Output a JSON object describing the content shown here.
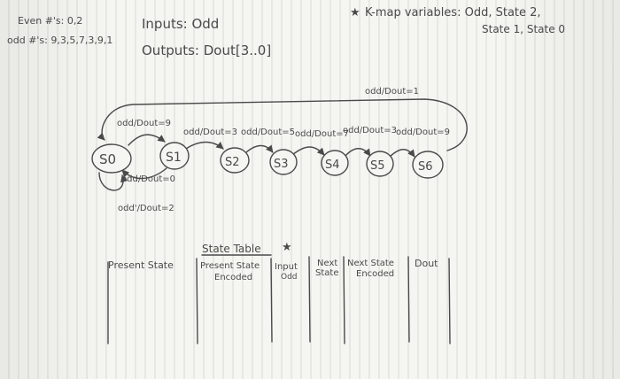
{
  "notes": {
    "even_label": "Even #'s: 0,2",
    "odd_label": "odd #'s: 9,3,5,7,3,9,1",
    "inputs_label": "Inputs: Odd",
    "outputs_label": "Outputs: Dout[3..0]",
    "kmap_line1": "K-map variables: Odd, State 2,",
    "kmap_line2": "State 1, State 0",
    "star": "★"
  },
  "states": [
    {
      "id": "s0",
      "label": "S0"
    },
    {
      "id": "s1",
      "label": "S1"
    },
    {
      "id": "s2",
      "label": "S2"
    },
    {
      "id": "s3",
      "label": "S3"
    },
    {
      "id": "s4",
      "label": "S4"
    },
    {
      "id": "s5",
      "label": "S5"
    },
    {
      "id": "s6",
      "label": "S6"
    }
  ],
  "transitions": {
    "s0_s1": "odd/Dout=9",
    "s1_s2": "odd/Dout=3",
    "s2_s3": "odd/Dout=5",
    "s3_s4": "odd/Dout=7",
    "s4_s5": "odd/Dout=3",
    "s5_s6": "odd/Dout=9",
    "s6_s0": "odd/Dout=1",
    "s1_s0": "odd/Dout=0",
    "s0_self": "odd'/Dout=2"
  },
  "state_table": {
    "title": "State Table",
    "star": "★",
    "headers": [
      {
        "line1": "Present State",
        "line2": ""
      },
      {
        "line1": "Present State",
        "line2": "Encoded"
      },
      {
        "line1": "Input",
        "line2": "Odd"
      },
      {
        "line1": "Next",
        "line2": "State"
      },
      {
        "line1": "Next State",
        "line2": "Encoded"
      },
      {
        "line1": "Dout",
        "line2": ""
      }
    ]
  }
}
